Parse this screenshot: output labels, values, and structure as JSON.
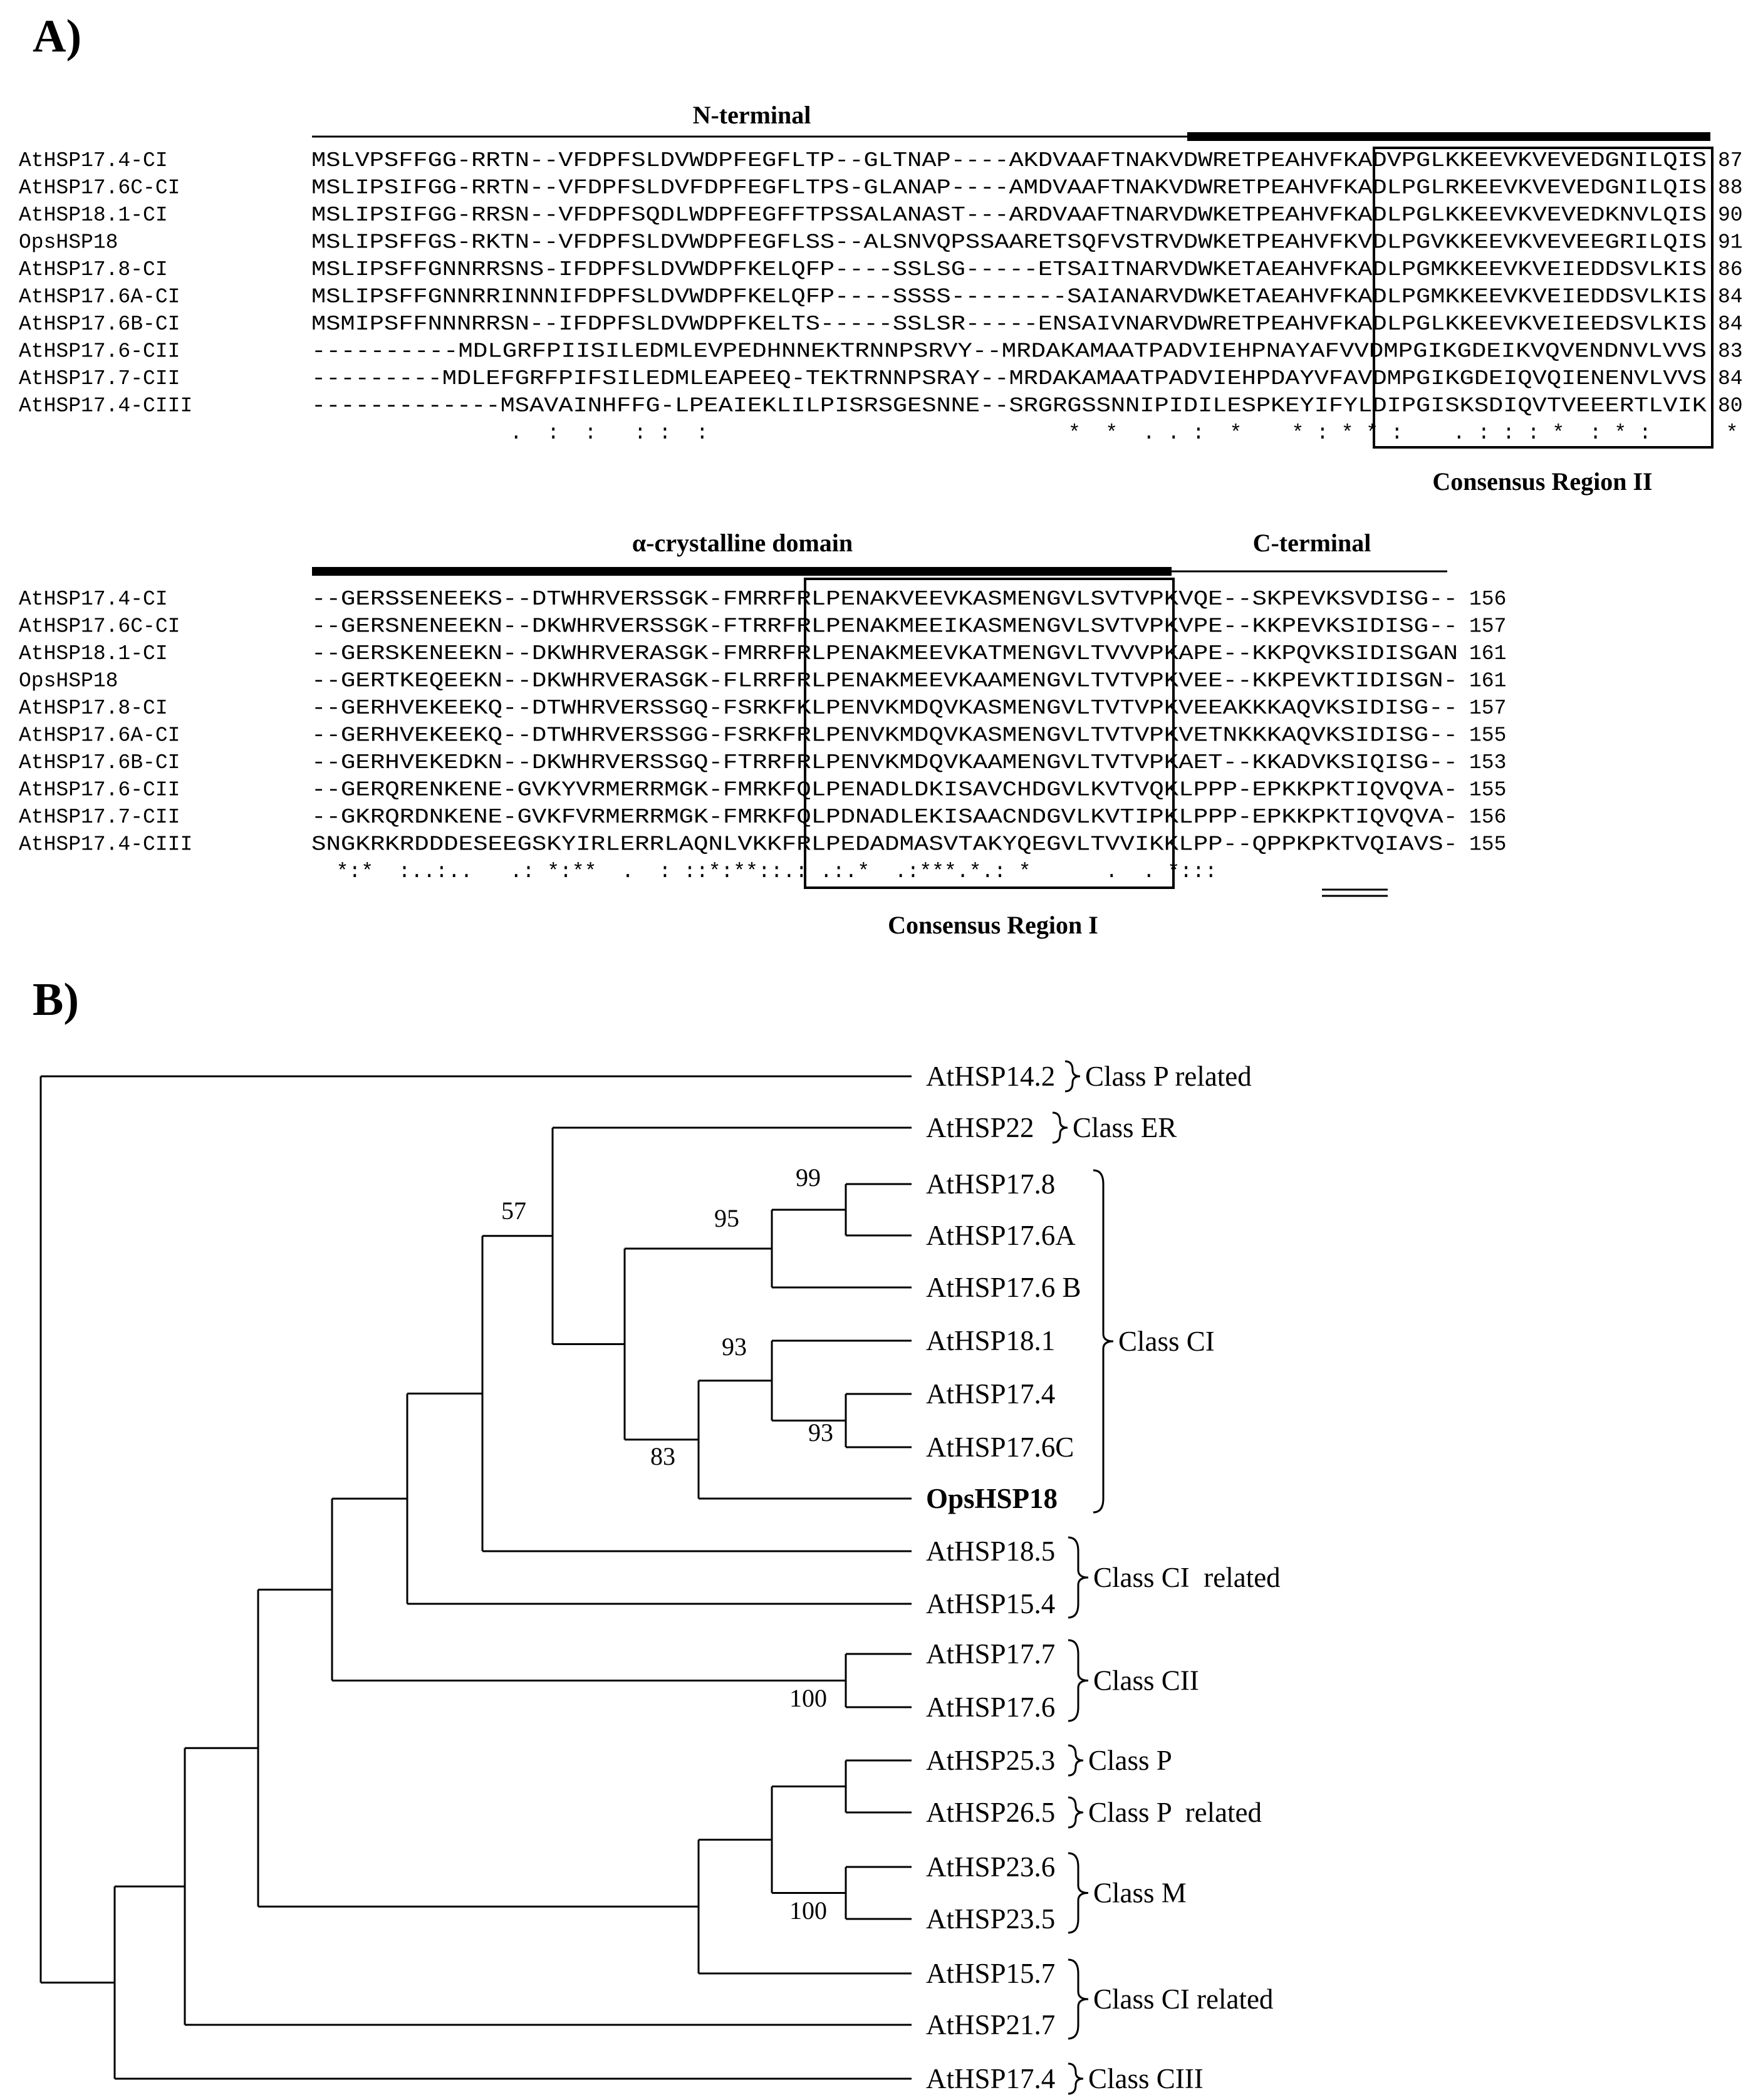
{
  "panel_a": {
    "label": "A)",
    "headers": {
      "n_terminal": "N-terminal",
      "alpha_domain": "α-crystalline domain",
      "c_terminal": "C-terminal"
    },
    "box_labels": {
      "region2": "Consensus Region II",
      "region1": "Consensus Region I"
    },
    "block1": {
      "rows": [
        {
          "name": "AtHSP17.4-CI",
          "seq": "MSLVPSFFGG-RRTN--VFDPFSLDVWDPFEGFLTP--GLTNAP----AKDVAAFTNAKVDWRETPEAHVFKADVPGLKKEEVKVEVEDGNILQIS",
          "num": "87"
        },
        {
          "name": "AtHSP17.6C-CI",
          "seq": "MSLIPSIFGG-RRTN--VFDPFSLDVFDPFEGFLTPS-GLANAP----AMDVAAFTNAKVDWRETPEAHVFKADLPGLRKEEVKVEVEDGNILQIS",
          "num": "88"
        },
        {
          "name": "AtHSP18.1-CI",
          "seq": "MSLIPSIFGG-RRSN--VFDPFSQDLWDPFEGFFTPSSALANAST---ARDVAAFTNARVDWKETPEAHVFKADLPGLKKEEVKVEVEDKNVLQIS",
          "num": "90"
        },
        {
          "name": "OpsHSP18",
          "seq": "MSLIPSFFGS-RKTN--VFDPFSLDVWDPFEGFLSS--ALSNVQPSSAARETSQFVSTRVDWKETPEAHVFKVDLPGVKKEEVKVEVEEGRILQIS",
          "num": "91"
        },
        {
          "name": "AtHSP17.8-CI",
          "seq": "MSLIPSFFGNNRRSNS-IFDPFSLDVWDPFKELQFP----SSLSG-----ETSAITNARVDWKETAEAHVFKADLPGMKKEEVKVEIEDDSVLKIS",
          "num": "86"
        },
        {
          "name": "AtHSP17.6A-CI",
          "seq": "MSLIPSFFGNNRRINNNIFDPFSLDVWDPFKELQFP----SSSS--------SAIANARVDWKETAEAHVFKADLPGMKKEEVKVEIEDDSVLKIS",
          "num": "84"
        },
        {
          "name": "AtHSP17.6B-CI",
          "seq": "MSMIPSFFNNNRRSN--IFDPFSLDVWDPFKELTS-----SSLSR-----ENSAIVNARVDWRETPEAHVFKADLPGLKKEEVKVEIEEDSVLKIS",
          "num": "84"
        },
        {
          "name": "AtHSP17.6-CII",
          "seq": "----------MDLGRFPIISILEDMLEVPEDHNNEKTRNNPSRVY--MRDAKAMAATPADVIEHPNAYAFVVDMPGIKGDEIKVQVENDNVLVVS",
          "num": "83"
        },
        {
          "name": "AtHSP17.7-CII",
          "seq": "---------MDLEFGRFPIFSILEDMLEAPEEQ-TEKTRNNPSRAY--MRDAKAMAATPADVIEHPDAYVFAVDMPGIKGDEIQVQIENENVLVVS",
          "num": "84"
        },
        {
          "name": "AtHSP17.4-CIII",
          "seq": "-------------MSAVAINHFFG-LPEAIEKLILPISRSGESNNE--SRGRGSSNNIPIDILESPKEYIFYLDIPGISKSDIQVTVEEERTLVIK",
          "num": "80"
        }
      ],
      "consensus": "                .  :  :   : :  :                             *  *  . . :  *    * : * * :    . : : : *  : * :      *  : ."
    },
    "block2": {
      "rows": [
        {
          "name": "AtHSP17.4-CI",
          "seq": "--GERSSENEEKS--DTWHRVERSSGK-FMRRFRLPENAKVEEVKASMENGVLSVTVPKVQE--SKPEVKSVDISG--",
          "num": "156"
        },
        {
          "name": "AtHSP17.6C-CI",
          "seq": "--GERSNENEEKN--DKWHRVERSSGK-FTRRFRLPENAKMEEIKASMENGVLSVTVPKVPE--KKPEVKSIDISG--",
          "num": "157"
        },
        {
          "name": "AtHSP18.1-CI",
          "seq": "--GERSKENEEKN--DKWHRVERASGK-FMRRFRLPENAKMEEVKATMENGVLTVVVPKAPE--KKPQVKSIDISGAN",
          "num": "161"
        },
        {
          "name": "OpsHSP18",
          "seq": "--GERTKEQEEKN--DKWHRVERASGK-FLRRFRLPENAKMEEVKAAMENGVLTVTVPKVEE--KKPEVKTIDISGN-",
          "num": "161"
        },
        {
          "name": "AtHSP17.8-CI",
          "seq": "--GERHVEKEEKQ--DTWHRVERSSGQ-FSRKFKLPENVKMDQVKASMENGVLTVTVPKVEEAKKKAQVKSIDISG--",
          "num": "157"
        },
        {
          "name": "AtHSP17.6A-CI",
          "seq": "--GERHVEKEEKQ--DTWHRVERSSGG-FSRKFRLPENVKMDQVKASMENGVLTVTVPKVETNKKKAQVKSIDISG--",
          "num": "155"
        },
        {
          "name": "AtHSP17.6B-CI",
          "seq": "--GERHVEKEDKN--DKWHRVERSSGQ-FTRRFRLPENVKMDQVKAAMENGVLTVTVPKAET--KKADVKSIQISG--",
          "num": "153"
        },
        {
          "name": "AtHSP17.6-CII",
          "seq": "--GERQRENKENE-GVKYVRMERRMGK-FMRKFQLPENADLDKISAVCHDGVLKVTVQKLPPP-EPKKPKTIQVQVA-",
          "num": "155"
        },
        {
          "name": "AtHSP17.7-CII",
          "seq": "--GKRQRDNKENE-GVKFVRMERRMGK-FMRKFQLPDNADLEKISAACNDGVLKVTIPKLPPP-EPKKPKTIQVQVA-",
          "num": "156"
        },
        {
          "name": "AtHSP17.4-CIII",
          "seq": "SNGKRKRDDDESEEGSKYIRLERRLAQNLVKKFRLPEDADMASVTAKYQEGVLTVVIKKLPP--QPPKPKTVQIAVS-",
          "num": "155"
        }
      ],
      "consensus": "  *:*  :..:..   .: *:**  .  : ::*:**::.: .:.*  .:***.*.: *      .  . *:::"
    }
  },
  "panel_b": {
    "label": "B)",
    "leaves": [
      {
        "name": "AtHSP14.2",
        "bold": false
      },
      {
        "name": "AtHSP22",
        "bold": false
      },
      {
        "name": "AtHSP17.8",
        "bold": false
      },
      {
        "name": "AtHSP17.6A",
        "bold": false
      },
      {
        "name": "AtHSP17.6 B",
        "bold": false
      },
      {
        "name": "AtHSP18.1",
        "bold": false
      },
      {
        "name": "AtHSP17.4",
        "bold": false
      },
      {
        "name": "AtHSP17.6C",
        "bold": false
      },
      {
        "name": "OpsHSP18",
        "bold": true
      },
      {
        "name": "AtHSP18.5",
        "bold": false
      },
      {
        "name": "AtHSP15.4",
        "bold": false
      },
      {
        "name": "AtHSP17.7",
        "bold": false
      },
      {
        "name": "AtHSP17.6",
        "bold": false
      },
      {
        "name": "AtHSP25.3",
        "bold": false
      },
      {
        "name": "AtHSP26.5",
        "bold": false
      },
      {
        "name": "AtHSP23.6",
        "bold": false
      },
      {
        "name": "AtHSP23.5",
        "bold": false
      },
      {
        "name": "AtHSP15.7",
        "bold": false
      },
      {
        "name": "AtHSP21.7",
        "bold": false
      },
      {
        "name": "AtHSP17.4",
        "bold": false
      }
    ],
    "bootstrap": [
      "99",
      "95",
      "93",
      "93",
      "83",
      "57",
      "100",
      "100"
    ],
    "classes": [
      {
        "label": "Class P related",
        "from": 0,
        "to": 0
      },
      {
        "label": "Class ER",
        "from": 1,
        "to": 1
      },
      {
        "label": "Class CI",
        "from": 2,
        "to": 8
      },
      {
        "label": "Class CI  related",
        "from": 9,
        "to": 10
      },
      {
        "label": "Class CII",
        "from": 11,
        "to": 12
      },
      {
        "label": "Class P",
        "from": 13,
        "to": 13
      },
      {
        "label": "Class P  related",
        "from": 14,
        "to": 14
      },
      {
        "label": "Class M",
        "from": 15,
        "to": 16
      },
      {
        "label": "Class CI related",
        "from": 17,
        "to": 18
      },
      {
        "label": "Class CIII",
        "from": 19,
        "to": 19
      }
    ]
  }
}
